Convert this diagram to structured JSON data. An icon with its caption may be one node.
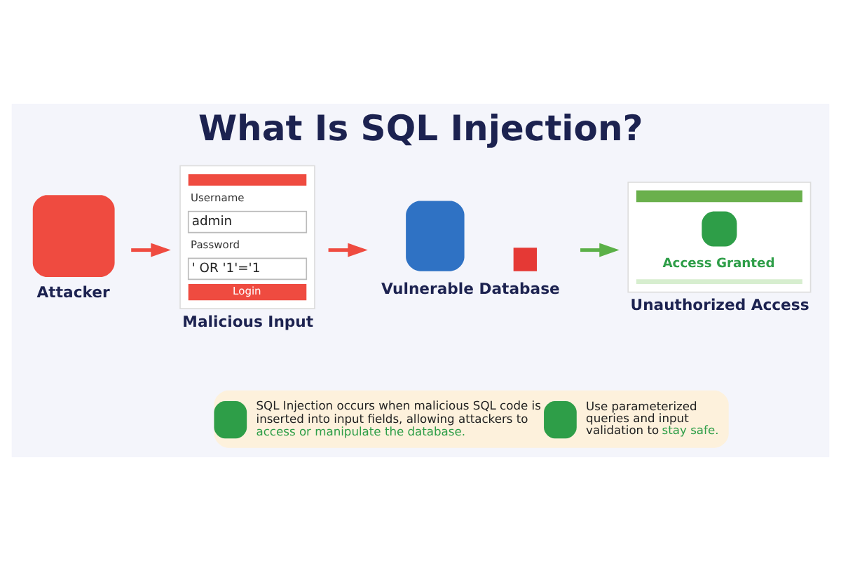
{
  "diagram": {
    "title": "What Is SQL Injection?",
    "nodes": [
      {
        "text": [
          "Attacker"
        ]
      },
      {
        "text": [
          "Username",
          "admin",
          "Password",
          "' OR '1'='1",
          "Login",
          "Malicious Input"
        ]
      },
      {
        "text": [
          "Vulnerable Database"
        ]
      },
      {
        "text": [
          "Access Granted",
          "Unauthorized Access"
        ]
      },
      {
        "text": [
          "SQL Injection occurs when malicious SQL code is inserted into input fields, allowing attackers to **access or manipulate the database.**",
          "Use parameterized queries and input validation to **stay safe.**"
        ]
      }
    ],
    "edges": [
      {
        "from": 0,
        "to": 1,
        "arrow": "to"
      },
      {
        "from": 1,
        "to": 2,
        "arrow": "to"
      },
      {
        "from": 2,
        "to": 3,
        "arrow": "to",
        "color": "#5bb048"
      }
    ]
  }
}
